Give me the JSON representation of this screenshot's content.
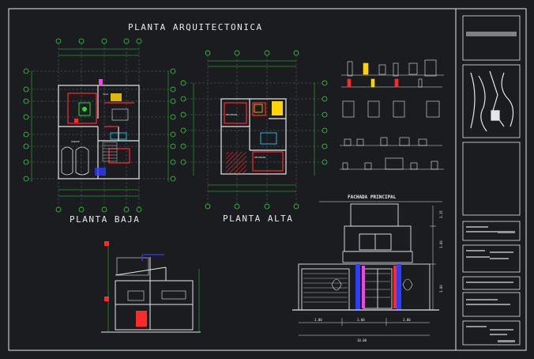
{
  "drawing": {
    "title": "PLANTA ARQUITECTONICA",
    "plan_ground_label": "PLANTA BAJA",
    "plan_upper_label": "PLANTA ALTA",
    "facade_label": "FACHADA PRINCIPAL",
    "facade_dims": [
      "3.00",
      "3.00",
      "3.00",
      "10.00"
    ],
    "facade_heights": [
      "3.15",
      "3.00",
      "3.00"
    ]
  },
  "colors": {
    "background": "#1b1c20",
    "linework": "#e6e6e6",
    "grid_bubbles": "#2fd43a",
    "walls": "#ff2a2a",
    "dimension": "#2fd43a",
    "accent_blue": "#2d3cff",
    "accent_yellow": "#ffd400",
    "accent_cyan": "#33d6ff",
    "accent_magenta": "#ff3cf0"
  }
}
